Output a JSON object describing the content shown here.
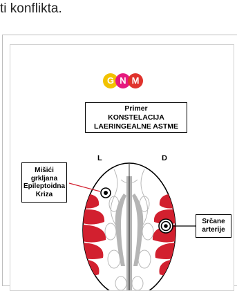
{
  "caption": {
    "text": "ti konflikta."
  },
  "logo": {
    "letters": [
      "G",
      "N",
      "M"
    ],
    "colors": [
      "#f2c200",
      "#e6197e",
      "#e0322c"
    ]
  },
  "diagram": {
    "title_lines": [
      "Primer",
      "KONSTELACIJA",
      "LAERINGEALNE ASTME"
    ],
    "left_letter": "L",
    "right_letter": "D",
    "left_label_lines": [
      "Mišići",
      "grkljana",
      "Epileptoidna",
      "Kriza"
    ],
    "right_label_lines": [
      "Srčane",
      "arterije"
    ],
    "accent_color": "#d2202f"
  }
}
